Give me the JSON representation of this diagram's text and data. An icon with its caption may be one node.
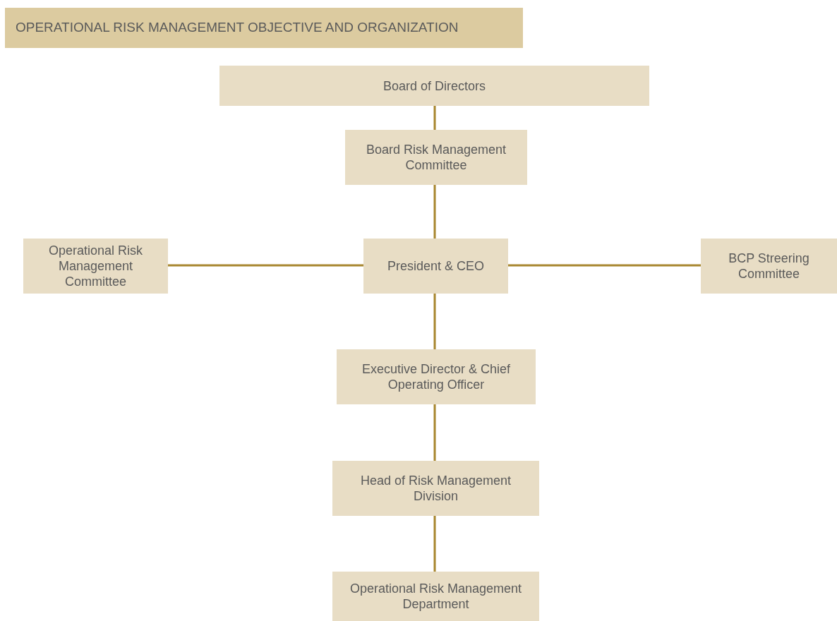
{
  "diagram": {
    "title": "OPERATIONAL RISK MANAGEMENT OBJECTIVE AND ORGANIZATION",
    "nodes": [
      {
        "text": [
          "Board of Directors"
        ]
      },
      {
        "text": [
          "Board Risk Management Committee"
        ]
      },
      {
        "text": [
          "Operational Risk Management Committee"
        ]
      },
      {
        "text": [
          "President & CEO"
        ]
      },
      {
        "text": [
          "BCP Streering Committee"
        ]
      },
      {
        "text": [
          "Executive Director & Chief Operating Officer"
        ]
      },
      {
        "text": [
          "Head of Risk Management Division"
        ]
      },
      {
        "text": [
          "Operational Risk Management Department"
        ]
      }
    ],
    "edges": [
      {
        "from": 0,
        "to": 1,
        "arrow": "none"
      },
      {
        "from": 1,
        "to": 3,
        "arrow": "none"
      },
      {
        "from": 3,
        "to": 2,
        "arrow": "none"
      },
      {
        "from": 3,
        "to": 4,
        "arrow": "none"
      },
      {
        "from": 3,
        "to": 5,
        "arrow": "none"
      },
      {
        "from": 5,
        "to": 6,
        "arrow": "none"
      },
      {
        "from": 6,
        "to": 7,
        "arrow": "none"
      }
    ]
  }
}
